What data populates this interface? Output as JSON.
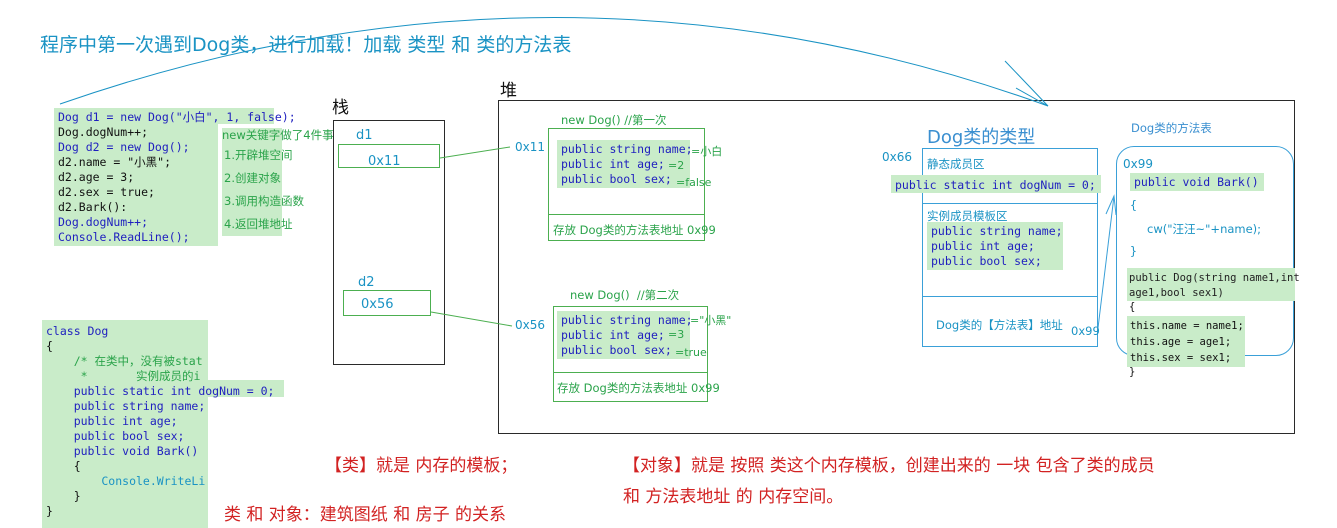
{
  "title": "程序中第一次遇到Dog类，进行加载！加载 类型 和 类的方法表",
  "code_main": {
    "lines": [
      "Dog d1 = new Dog(\"小白\", 1, false);",
      "Dog.dogNum++;",
      "Dog d2 = new Dog();",
      "d2.name = \"小黑\";",
      "d2.age = 3;",
      "d2.sex = true;",
      "d2.Bark():",
      "Dog.dogNum++;",
      "Console.ReadLine();"
    ]
  },
  "new_keyword": {
    "heading": "new关键字做了4件事",
    "steps": [
      "1.开辟堆空间",
      "2.创建对象",
      "3.调用构造函数",
      "4.返回堆地址"
    ]
  },
  "code_class": {
    "lines": [
      "class Dog",
      "{",
      "    /* 在类中，没有被stat",
      "     *       实例成员的i",
      "    public static int dogNum = 0;",
      "    public string name;",
      "    public int age;",
      "    public bool sex;",
      "",
      "    public void Bark()",
      "    {",
      "        Console.WriteLi",
      "    }",
      "}"
    ]
  },
  "stack": {
    "label": "栈",
    "d1": {
      "name": "d1",
      "addr": "0x11"
    },
    "d2": {
      "name": "d2",
      "addr": "0x56"
    }
  },
  "heap": {
    "label": "堆",
    "obj1": {
      "caption": "new Dog() //第一次",
      "addr": "0x11",
      "fields": [
        "public string name;",
        "public int age;",
        "public bool sex;"
      ],
      "values": [
        "=小白",
        "=2",
        "=false"
      ],
      "method_table_ref": "存放 Dog类的方法表地址 0x99"
    },
    "obj2": {
      "caption": "new Dog()  //第二次",
      "addr": "0x56",
      "fields": [
        "public string name;",
        "public int age;",
        "public bool sex;"
      ],
      "values": [
        "=\"小黑\"",
        "=3",
        "=true"
      ],
      "method_table_ref": "存放 Dog类的方法表地址 0x99"
    }
  },
  "dog_type": {
    "title": "Dog类的类型",
    "addr": "0x66",
    "static_label": "静态成员区",
    "static_field": "public static int dogNum = 0;",
    "instance_label": "实例成员模板区",
    "instance_fields": [
      "public string name;",
      "public int age;",
      "public bool sex;"
    ],
    "method_table_addr_label": "Dog类的【方法表】地址",
    "method_table_addr": "0x99"
  },
  "method_table": {
    "title": "Dog类的方法表",
    "addr": "0x99",
    "bark_sig": "public void Bark()",
    "open1": "{",
    "bark_body": "cw(\"汪汪~\"+name);",
    "close1": "}",
    "ctor_line1": "public Dog(string name1,int",
    "ctor_line2": "age1,bool sex1)",
    "open2": "{",
    "ctor_body": [
      "this.name = name1;",
      "this.age = age1;",
      "this.sex = sex1;"
    ],
    "close2": "}"
  },
  "notes": {
    "class_note": "【类】就是 内存的模板；",
    "blueprint_note": "类 和 对象：建筑图纸 和 房子 的关系",
    "object_note_1": "【对象】就是 按照 类这个内存模板，创建出来的 一块 包含了类的成员",
    "object_note_2": "和 方法表地址 的 内存空间。"
  },
  "colors": {
    "title": "#1a93c4",
    "annotation": "#2aa34a",
    "note": "#d22222",
    "code_bg": "#c9ecc9",
    "keyword": "#1f1fbf"
  }
}
